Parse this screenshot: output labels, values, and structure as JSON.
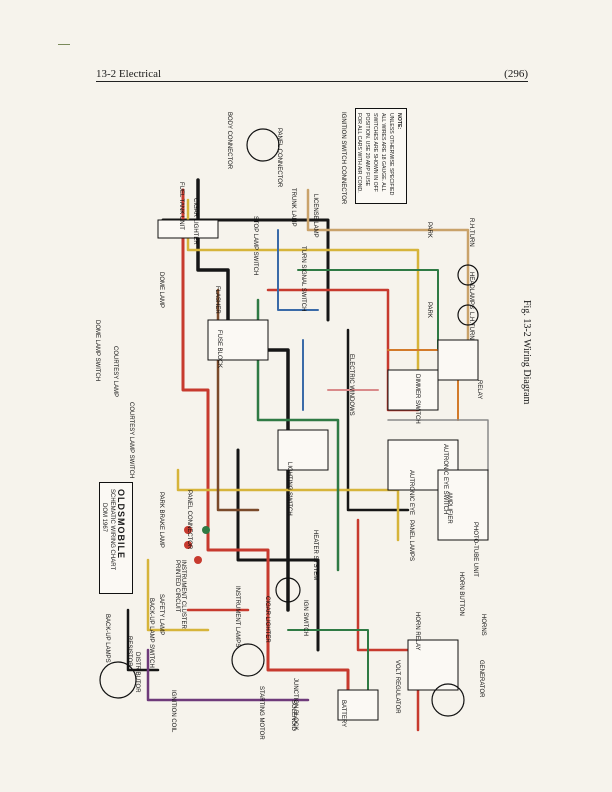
{
  "header": {
    "section": "13-2 Electrical",
    "page": "(296)"
  },
  "caption": "Fig. 13-2 Wiring Diagram",
  "title_box": {
    "line1": "OLDSMOBILE",
    "line2": "SCHEMATIC WIRING CHART",
    "line3": "DOM 1967"
  },
  "note_box": {
    "heading": "NOTE:",
    "lines": [
      "UNLESS OTHERWISE SPECIFIED",
      "ALL WIRES ARE 18 GAUGE. ALL",
      "SWITCHES ARE SHOWN IN OFF",
      "POSITION. USE 20 AMP FUSE",
      "FOR ALL CARS WITH AIR COND."
    ]
  },
  "labels": {
    "cigar_lighter_top": "CIGAR LIGHTER",
    "fuel_tank_unit": "FUEL TANK UNIT",
    "body_connector": "BODY CONNECTOR",
    "panel_connector": "PANEL CONNECTOR",
    "ignition_switch_connector": "IGNITION SWITCH CONNECTOR",
    "trunk_lamp": "TRUNK LAMP",
    "license_lamp": "LICENSE LAMP",
    "stop_lamp_switch": "STOP LAMP SWITCH",
    "turn_signal_switch": "TURN SIGNAL SWITCH",
    "flasher": "FLASHER",
    "fuse_block": "FUSE BLOCK",
    "dome_lamp": "DOME LAMP",
    "dome_lamp_switch": "DOME LAMP SWITCH",
    "courtesy_lamp": "COURTESY LAMP",
    "courtesy_lamp_switch": "COURTESY LAMP SWITCH",
    "park_brake_lamp": "PARK BRAKE LAMP",
    "panel_connector_2": "PANEL CONNECTOR",
    "instrument_cluster": "INSTRUMENT CLUSTER",
    "printed_circuit": "PRINTED CIRCUIT",
    "instrument_lamps": "INSTRUMENT LAMPS",
    "cigar_lighter": "CIGAR LIGHTER",
    "safety_lamp": "SAFETY LAMP",
    "back_up_lamp_switch": "BACK-UP LAMP SWITCH",
    "back_up_lamps": "BACK-UP LAMPS",
    "resistor": "RESISTOR",
    "distributor": "DISTRIBUTOR",
    "ignition_coil": "IGNITION COIL",
    "starting_motor": "STARTING MOTOR",
    "solenoid": "SOLENOID",
    "junction_block": "JUNCTION BLOCK",
    "battery": "BATTERY",
    "voltage_regulator": "VOLT REGULATOR",
    "generator": "GENERATOR",
    "horn_relay": "HORN RELAY",
    "horns": "HORNS",
    "horn_button": "HORN BUTTON",
    "heater_system": "HEATER SYSTEM",
    "panel_lamps": "PANEL LAMPS",
    "amplifier": "AMPLIFIER",
    "photo_tube_unit": "PHOTO-TUBE UNIT",
    "autronic_eye": "AUTRONIC EYE",
    "autronic_eye_switch": "AUTRONIC EYE SWITCH",
    "dimmer_switch": "DIMMER SWITCH",
    "relay": "RELAY",
    "headlamps": "HEADLAMPS",
    "park_lr": "PARK",
    "park_rf": "PARK",
    "r_h_turn": "R.H.TURN",
    "l_h_turn": "L.H.TURN",
    "electric_windows": "ELECTRIC WINDOWS",
    "ign_switch": "IGN SWITCH",
    "lighting_switch": "LIGHTING SWITCH"
  },
  "colors": {
    "black": "#161616",
    "red": "#c73a2e",
    "yellow": "#d6b43a",
    "green": "#2f7a44",
    "blue": "#3a6aa8",
    "brown": "#7a4a2a",
    "tan": "#c9a26a",
    "purple": "#6e3a7a",
    "orange": "#d27a2a",
    "gray": "#8a8a8a",
    "pink": "#d98a8a"
  }
}
